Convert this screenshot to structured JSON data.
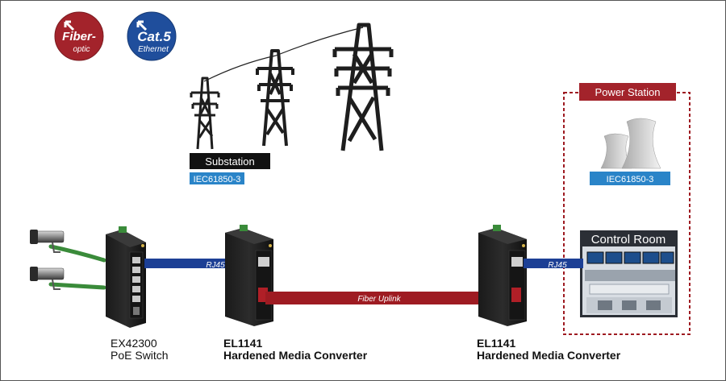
{
  "badges": {
    "fiber": {
      "line1": "Fiber-",
      "line2": "optic",
      "color": "#a3232b"
    },
    "cat5": {
      "line1": "Cat.5",
      "line2": "Ethernet",
      "color": "#1f4e9c"
    }
  },
  "substation": {
    "label": "Substation",
    "standard": "IEC61850-3"
  },
  "power_station": {
    "label": "Power Station",
    "standard": "IEC61850-3",
    "control_room": "Control Room"
  },
  "links": {
    "rj45_left": "RJ45",
    "rj45_right": "RJ45",
    "fiber": "Fiber Uplink"
  },
  "devices": {
    "switch": {
      "model": "EX42300",
      "desc": "PoE Switch"
    },
    "converter_left": {
      "model": "EL1141",
      "desc": "Hardened Media Converter"
    },
    "converter_right": {
      "model": "EL1141",
      "desc": "Hardened Media Converter"
    }
  },
  "colors": {
    "rj45_line": "#1c3f95",
    "fiber_line": "#9e1b22",
    "poe_cable": "#3a8b3a",
    "standard_tag": "#2a84c8",
    "dark_tag": "#111111",
    "red_tag": "#a3232b"
  }
}
